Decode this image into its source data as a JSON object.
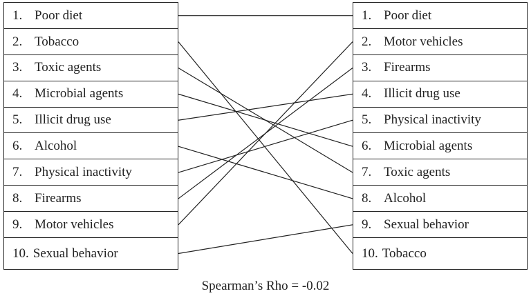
{
  "left_list": [
    {
      "num": "1.",
      "label": "Poor diet"
    },
    {
      "num": "2.",
      "label": "Tobacco"
    },
    {
      "num": "3.",
      "label": "Toxic agents"
    },
    {
      "num": "4.",
      "label": "Microbial agents"
    },
    {
      "num": "5.",
      "label": "Illicit drug use"
    },
    {
      "num": "6.",
      "label": "Alcohol"
    },
    {
      "num": "7.",
      "label": "Physical inactivity"
    },
    {
      "num": "8.",
      "label": "Firearms"
    },
    {
      "num": "9.",
      "label": "Motor vehicles"
    },
    {
      "num": "10.",
      "label": "Sexual behavior"
    }
  ],
  "right_list": [
    {
      "num": "1.",
      "label": "Poor diet"
    },
    {
      "num": "2.",
      "label": "Motor vehicles"
    },
    {
      "num": "3.",
      "label": "Firearms"
    },
    {
      "num": "4.",
      "label": "Illicit drug use"
    },
    {
      "num": "5.",
      "label": "Physical inactivity"
    },
    {
      "num": "6.",
      "label": "Microbial agents"
    },
    {
      "num": "7.",
      "label": "Toxic agents"
    },
    {
      "num": "8.",
      "label": "Alcohol"
    },
    {
      "num": "9.",
      "label": "Sexual behavior"
    },
    {
      "num": "10.",
      "label": "Tobacco"
    }
  ],
  "caption": "Spearman’s Rho = -0.02",
  "colors": {
    "border": "#222222",
    "line": "#222222"
  }
}
